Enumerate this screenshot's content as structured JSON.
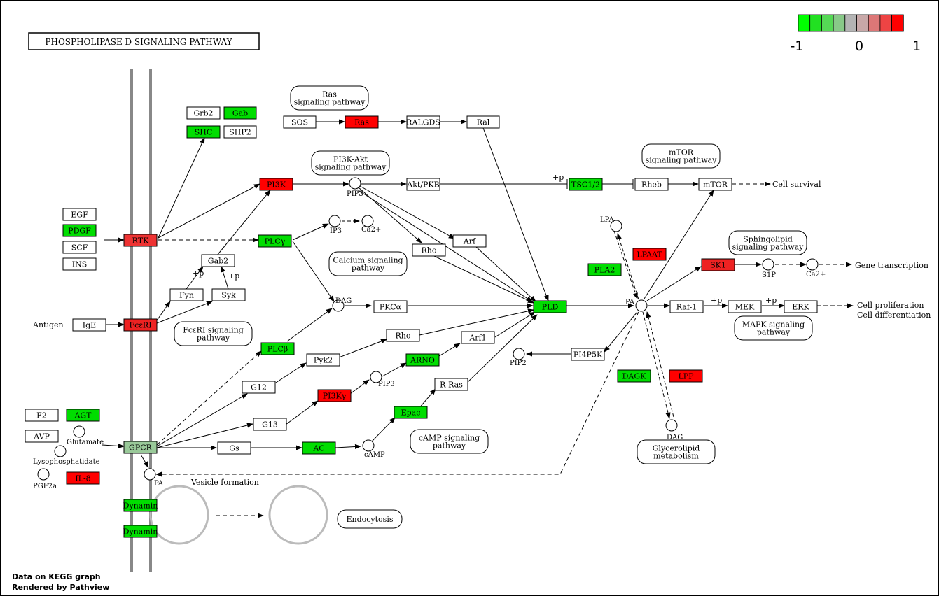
{
  "title": "PHOSPHOLIPASE D SIGNALING PATHWAY",
  "legend": {
    "colors": [
      "#00ff00",
      "#22e022",
      "#55d955",
      "#88c988",
      "#b4b4b4",
      "#c8a8a8",
      "#dd7777",
      "#ee4444",
      "#ff0000"
    ],
    "min_label": "-1",
    "mid_label": "0",
    "max_label": "1"
  },
  "footer": {
    "line1": "Data on KEGG graph",
    "line2": "Rendered by Pathview"
  },
  "genes": [
    {
      "id": "grb2",
      "label": "Grb2",
      "fill": "#ffffff"
    },
    {
      "id": "gab",
      "label": "Gab",
      "fill": "#00dd00"
    },
    {
      "id": "shc",
      "label": "SHC",
      "fill": "#00dd00"
    },
    {
      "id": "shp2",
      "label": "SHP2",
      "fill": "#ffffff"
    },
    {
      "id": "sos",
      "label": "SOS",
      "fill": "#ffffff"
    },
    {
      "id": "ras",
      "label": "Ras",
      "fill": "#ff0000"
    },
    {
      "id": "ralgds",
      "label": "RALGDS",
      "fill": "#ffffff"
    },
    {
      "id": "ral",
      "label": "Ral",
      "fill": "#ffffff"
    },
    {
      "id": "pi3k",
      "label": "PI3K",
      "fill": "#ff0000"
    },
    {
      "id": "aktpkb",
      "label": "Akt/PKB",
      "fill": "#ffffff"
    },
    {
      "id": "tsc12",
      "label": "TSC1/2",
      "fill": "#00dd00"
    },
    {
      "id": "rheb",
      "label": "Rheb",
      "fill": "#ffffff"
    },
    {
      "id": "mtor",
      "label": "mTOR",
      "fill": "#ffffff"
    },
    {
      "id": "egf",
      "label": "EGF",
      "fill": "#ffffff"
    },
    {
      "id": "pdgf",
      "label": "PDGF",
      "fill": "#00dd00"
    },
    {
      "id": "scf",
      "label": "SCF",
      "fill": "#ffffff"
    },
    {
      "id": "ins",
      "label": "INS",
      "fill": "#ffffff"
    },
    {
      "id": "rtk",
      "label": "RTK",
      "fill": "#ee3333"
    },
    {
      "id": "plcg",
      "label": "PLCγ",
      "fill": "#00dd00"
    },
    {
      "id": "gab2",
      "label": "Gab2",
      "fill": "#ffffff"
    },
    {
      "id": "fyn",
      "label": "Fyn",
      "fill": "#ffffff"
    },
    {
      "id": "syk",
      "label": "Syk",
      "fill": "#ffffff"
    },
    {
      "id": "ige",
      "label": "IgE",
      "fill": "#ffffff"
    },
    {
      "id": "fceri",
      "label": "FcεRI",
      "fill": "#ee2222"
    },
    {
      "id": "rho1",
      "label": "Rho",
      "fill": "#ffffff"
    },
    {
      "id": "arf1",
      "label": "Arf",
      "fill": "#ffffff"
    },
    {
      "id": "pkca",
      "label": "PKCα",
      "fill": "#ffffff"
    },
    {
      "id": "pld",
      "label": "PLD",
      "fill": "#00dd00"
    },
    {
      "id": "rho2",
      "label": "Rho",
      "fill": "#ffffff"
    },
    {
      "id": "arf1b",
      "label": "Arf1",
      "fill": "#ffffff"
    },
    {
      "id": "plcb",
      "label": "PLCβ",
      "fill": "#00dd00"
    },
    {
      "id": "pyk2",
      "label": "Pyk2",
      "fill": "#ffffff"
    },
    {
      "id": "arno",
      "label": "ARNO",
      "fill": "#00dd00"
    },
    {
      "id": "g12",
      "label": "G12",
      "fill": "#ffffff"
    },
    {
      "id": "rras",
      "label": "R-Ras",
      "fill": "#ffffff"
    },
    {
      "id": "pi3kg",
      "label": "PI3Kγ",
      "fill": "#ff0000"
    },
    {
      "id": "epac",
      "label": "Epac",
      "fill": "#00dd00"
    },
    {
      "id": "g13",
      "label": "G13",
      "fill": "#ffffff"
    },
    {
      "id": "f2",
      "label": "F2",
      "fill": "#ffffff"
    },
    {
      "id": "agt",
      "label": "AGT",
      "fill": "#00dd00"
    },
    {
      "id": "avp",
      "label": "AVP",
      "fill": "#ffffff"
    },
    {
      "id": "gpcr",
      "label": "GPCR",
      "fill": "#99c999"
    },
    {
      "id": "gs",
      "label": "Gs",
      "fill": "#ffffff"
    },
    {
      "id": "ac",
      "label": "AC",
      "fill": "#00dd00"
    },
    {
      "id": "il8",
      "label": "IL-8",
      "fill": "#ff0000"
    },
    {
      "id": "dyn1",
      "label": "Dynamin",
      "fill": "#00dd00"
    },
    {
      "id": "dyn2",
      "label": "Dynamin",
      "fill": "#00dd00"
    },
    {
      "id": "lpaat",
      "label": "LPAAT",
      "fill": "#ff0000"
    },
    {
      "id": "pla2",
      "label": "PLA2",
      "fill": "#00dd00"
    },
    {
      "id": "sk1",
      "label": "SK1",
      "fill": "#ee2222"
    },
    {
      "id": "raf1",
      "label": "Raf-1",
      "fill": "#ffffff"
    },
    {
      "id": "mek",
      "label": "MEK",
      "fill": "#ffffff"
    },
    {
      "id": "erk",
      "label": "ERK",
      "fill": "#ffffff"
    },
    {
      "id": "pi4p5k",
      "label": "PI4P5K",
      "fill": "#ffffff"
    },
    {
      "id": "dagk",
      "label": "DAGK",
      "fill": "#00dd00"
    },
    {
      "id": "lpp",
      "label": "LPP",
      "fill": "#ff0000"
    }
  ],
  "maps": [
    {
      "id": "ras-sig",
      "lines": [
        "Ras",
        "signaling pathway"
      ]
    },
    {
      "id": "pi3k-sig",
      "lines": [
        "PI3K-Akt",
        "signaling pathway"
      ]
    },
    {
      "id": "mtor-sig",
      "lines": [
        "mTOR",
        "signaling pathway"
      ]
    },
    {
      "id": "calcium-sig",
      "lines": [
        "Calcium signaling",
        "pathway"
      ]
    },
    {
      "id": "fceri-sig",
      "lines": [
        "FcεRI signaling",
        "pathway"
      ]
    },
    {
      "id": "sphingo-sig",
      "lines": [
        "Sphingolipid",
        "signaling pathway"
      ]
    },
    {
      "id": "mapk-sig",
      "lines": [
        "MAPK signaling",
        "pathway"
      ]
    },
    {
      "id": "camp-sig",
      "lines": [
        "cAMP signaling",
        "pathway"
      ]
    },
    {
      "id": "glycerolipid",
      "lines": [
        "Glycerolipid",
        "metabolism"
      ]
    },
    {
      "id": "endocytosis",
      "lines": [
        "Endocytosis"
      ]
    }
  ],
  "compounds": [
    {
      "id": "pip3a",
      "label": "PIP3"
    },
    {
      "id": "ip3",
      "label": "IP3"
    },
    {
      "id": "ca1",
      "label": "Ca2+"
    },
    {
      "id": "dag1",
      "label": "DAG"
    },
    {
      "id": "pip3b",
      "label": "PIP3"
    },
    {
      "id": "camp",
      "label": "cAMP"
    },
    {
      "id": "glutamate",
      "label": "Glutamate"
    },
    {
      "id": "lysopa",
      "label": "Lysophosphatidate"
    },
    {
      "id": "pgf2a",
      "label": "PGF2a"
    },
    {
      "id": "pa1",
      "label": "PA"
    },
    {
      "id": "lpa",
      "label": "LPA"
    },
    {
      "id": "pa2",
      "label": "PA"
    },
    {
      "id": "s1p",
      "label": "S1P"
    },
    {
      "id": "ca2",
      "label": "Ca2+"
    },
    {
      "id": "pip2",
      "label": "PIP2"
    },
    {
      "id": "dag2",
      "label": "DAG"
    }
  ],
  "texts": {
    "antigen": "Antigen",
    "cell_survival": "Cell survival",
    "gene_transcription": "Gene transcription",
    "cell_prolif": "Cell proliferation",
    "cell_diff": "Cell differentiation",
    "vesicle": "Vesicle formation",
    "p1": "+p",
    "p2": "+p",
    "p3": "+p",
    "p4": "+p",
    "p5": "+p"
  }
}
